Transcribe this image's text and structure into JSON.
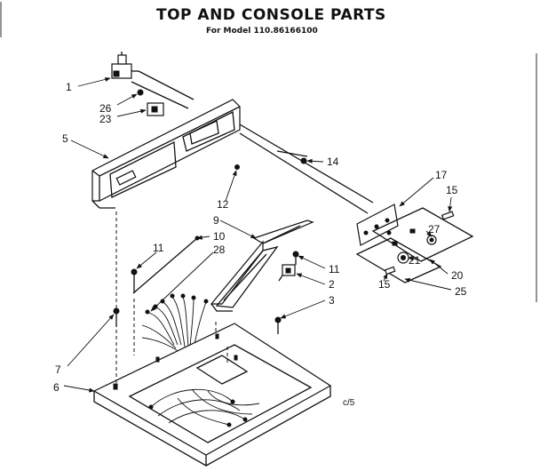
{
  "header": {
    "title": "TOP AND CONSOLE PARTS",
    "subtitle": "For Model 110.86166100"
  },
  "corner_note": "c/5",
  "part_labels": {
    "p1": "1",
    "p26": "26",
    "p23": "23",
    "p5": "5",
    "p14": "14",
    "p17": "17",
    "p15a": "15",
    "p12": "12",
    "p9": "9",
    "p10": "10",
    "p11a": "11",
    "p28": "28",
    "p27": "27",
    "p21": "21",
    "p11b": "11",
    "p2": "2",
    "p20": "20",
    "p15b": "15",
    "p25": "25",
    "p3": "3",
    "p7": "7",
    "p6": "6"
  }
}
